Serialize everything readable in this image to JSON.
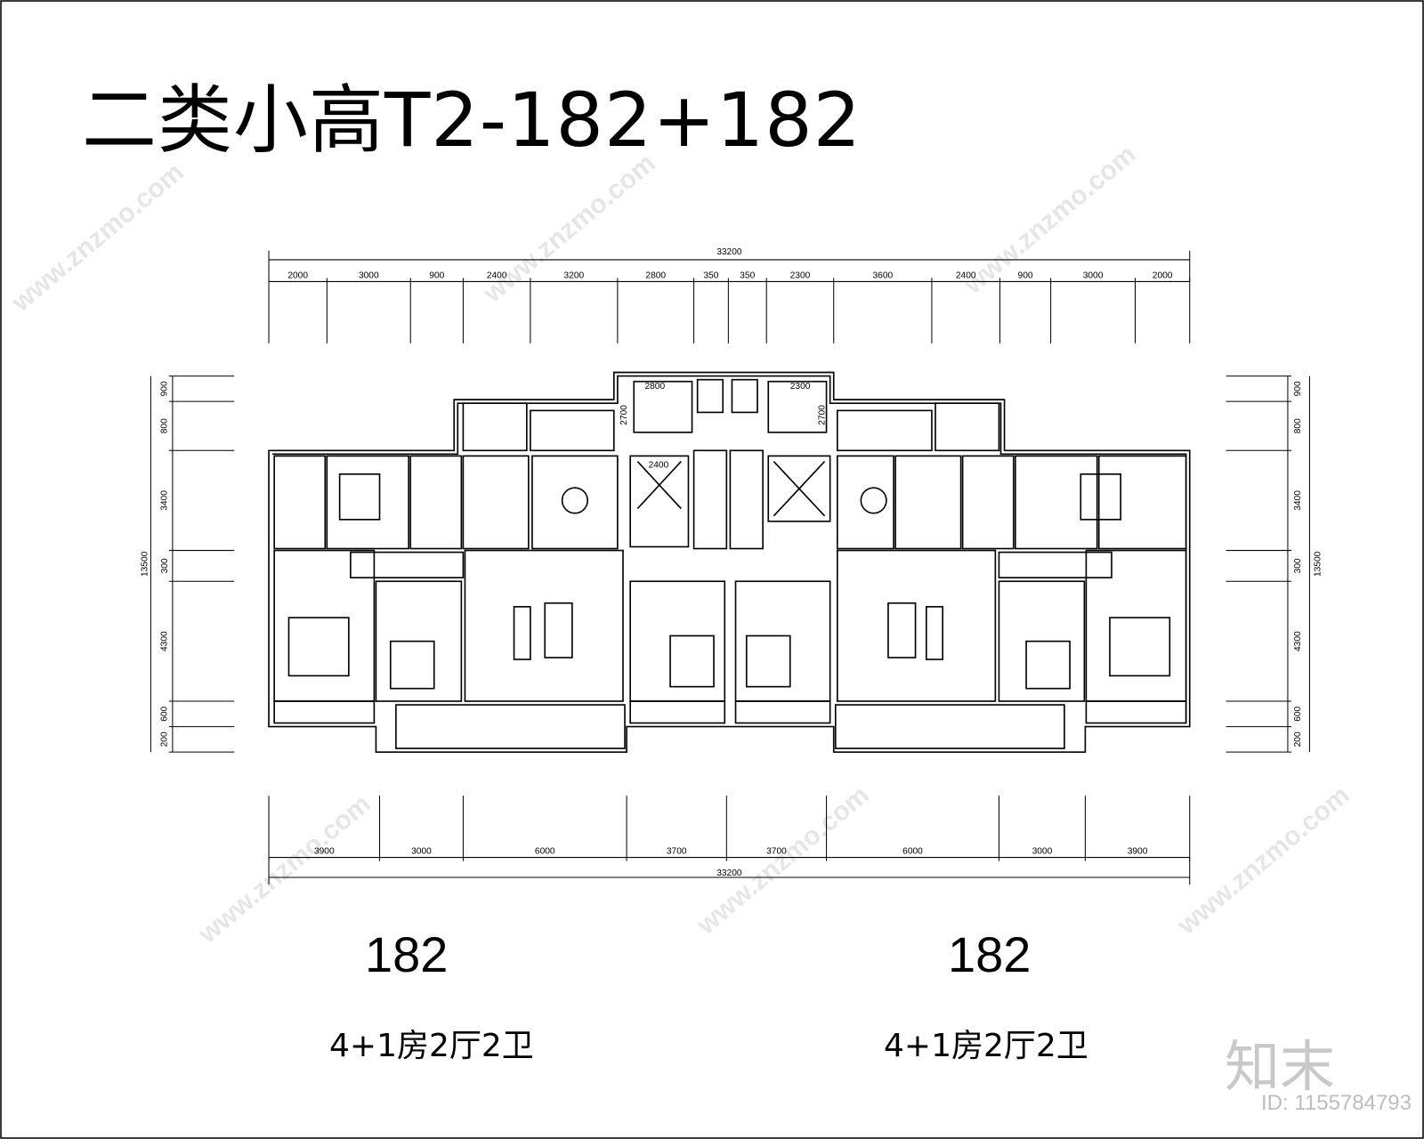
{
  "title": "二类小高T2-182+182",
  "dimensions": {
    "top_total": "33200",
    "top_segments": [
      "2000",
      "3000",
      "900",
      "2400",
      "3200",
      "2800",
      "350",
      "350",
      "2300",
      "3600",
      "2400",
      "900",
      "3000",
      "2000"
    ],
    "bottom_total": "33200",
    "bottom_segments": [
      "3900",
      "3000",
      "6000",
      "3700",
      "3700",
      "6000",
      "3000",
      "3900"
    ],
    "side_total": "13500",
    "side_segments": [
      "900",
      "800",
      "3400",
      "300",
      "4300",
      "600",
      "200"
    ],
    "core_labels": [
      "2800",
      "2300",
      "2400",
      "2700",
      "2700"
    ]
  },
  "units": [
    {
      "area": "182",
      "type": "4+1房2厅2卫"
    },
    {
      "area": "182",
      "type": "4+1房2厅2卫"
    }
  ],
  "watermark": {
    "brand": "知末",
    "id": "ID: 1155784793",
    "site": "www.znzmo.com"
  },
  "colors": {
    "line": "#000000",
    "watermark": "#c8c8c8"
  }
}
